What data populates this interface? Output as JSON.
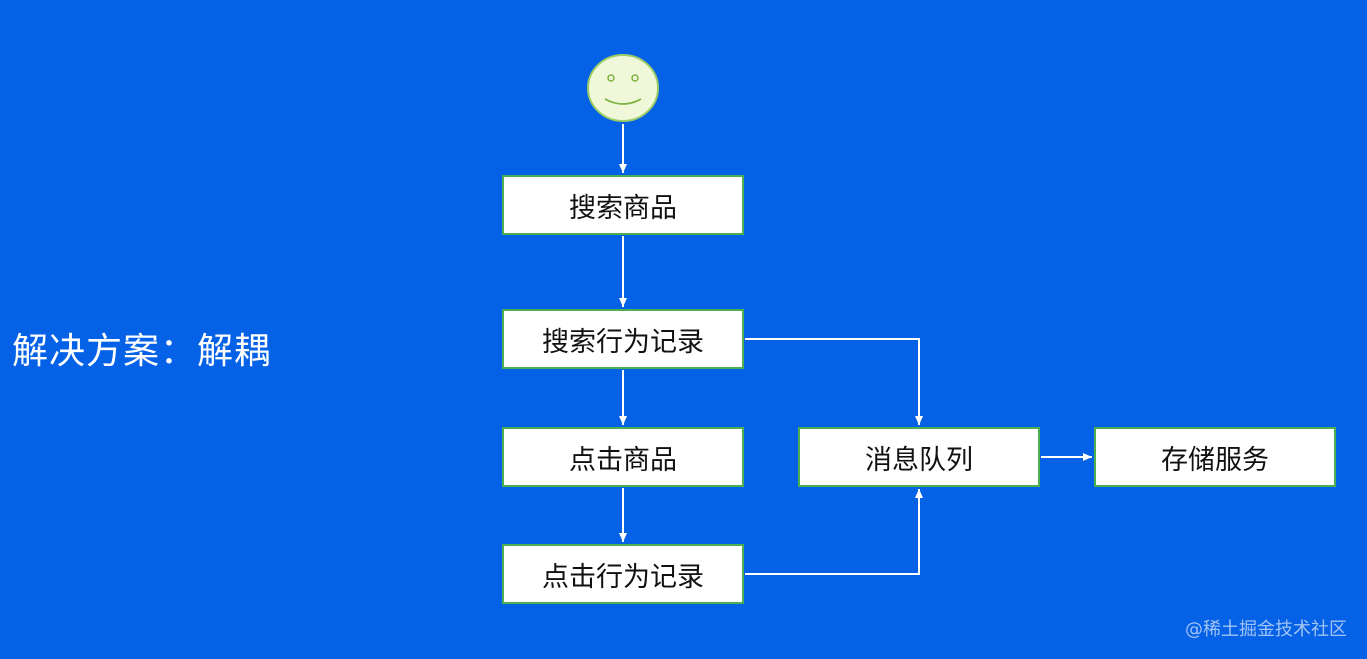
{
  "heading": "解决方案：解耦",
  "flow": {
    "actor_icon": "smiley-face-icon",
    "nodes": {
      "search_product": "搜索商品",
      "search_log": "搜索行为记录",
      "click_product": "点击商品",
      "click_log": "点击行为记录",
      "message_queue": "消息队列",
      "storage_service": "存储服务"
    }
  },
  "watermark": "@稀土掘金技术社区",
  "colors": {
    "background": "#0561e6",
    "box_fill": "#ffffff",
    "box_border": "#4caf50",
    "connector": "#ffffff",
    "smiley_fill": "#f1f8d9",
    "smiley_feature": "#7cb342"
  }
}
